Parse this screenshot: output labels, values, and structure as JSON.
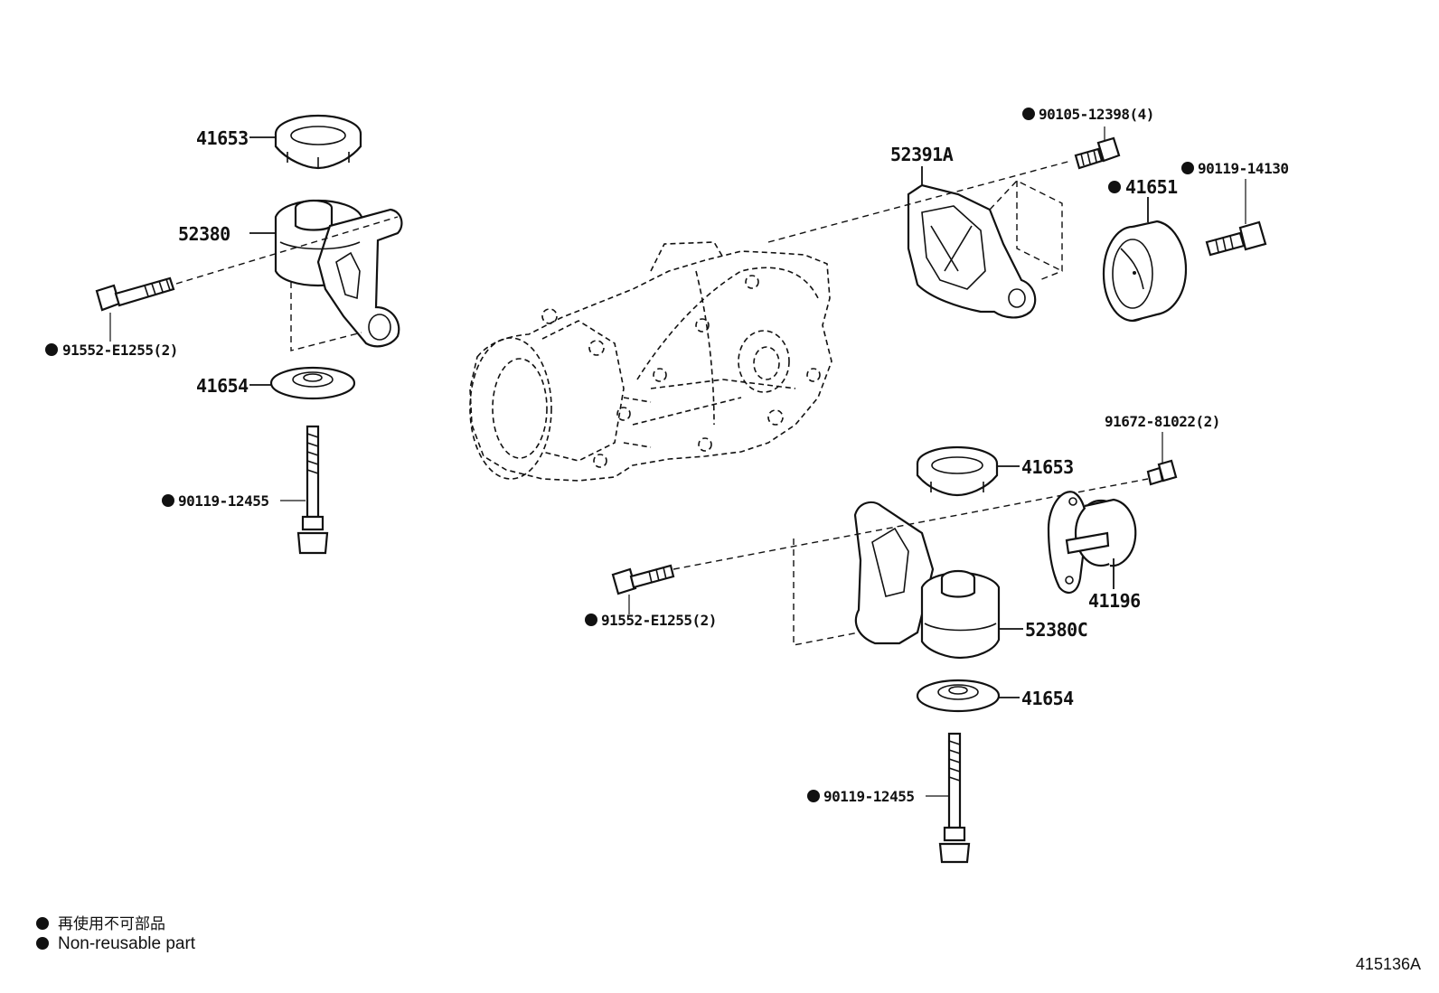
{
  "labels": {
    "l1_41653": "41653",
    "l1_52380": "52380",
    "l1_91552": "91552-E1255(2)",
    "l1_41654": "41654",
    "l1_90119": "90119-12455",
    "r_52391A": "52391A",
    "r_90105": "90105-12398(4)",
    "r_90119_14130": "90119-14130",
    "r_41651": "41651",
    "r_91672": "91672-81022(2)",
    "r_41653": "41653",
    "r_41196": "41196",
    "r_91552": "91552-E1255(2)",
    "r_52380C": "52380C",
    "r_41654": "41654",
    "r_90119": "90119-12455"
  },
  "legend": {
    "line1": "再使用不可部品",
    "line2": "Non-reusable part"
  },
  "figure_id": "415136A",
  "colors": {
    "ink": "#111111",
    "paper": "#ffffff"
  }
}
